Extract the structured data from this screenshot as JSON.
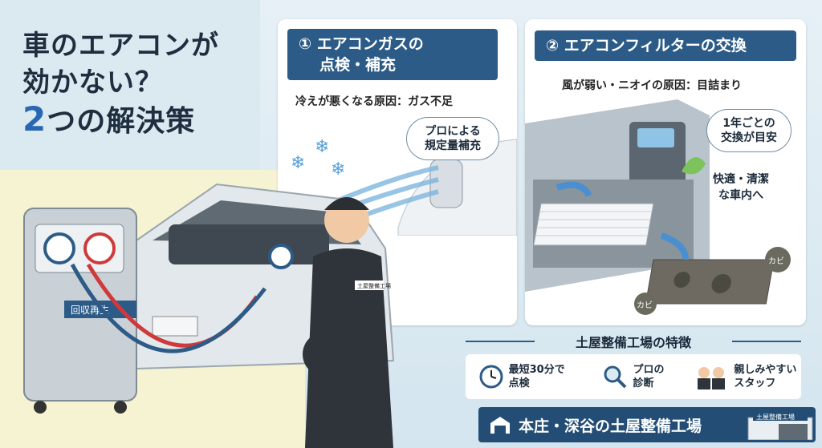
{
  "headline": {
    "line1": "車のエアコンが",
    "line2": "効かない？",
    "line3_num": "2",
    "line3_rest": "つの解決策"
  },
  "panel1": {
    "title_line1": "① エアコンガスの",
    "title_line2": "点検・補充",
    "subtitle": "冷えが悪くなる原因：ガス不足",
    "bubble_line1": "プロによる",
    "bubble_line2": "規定量補充"
  },
  "panel2": {
    "title": "② エアコンフィルターの交換",
    "subtitle": "風が弱い・ニオイの原因：目詰まり",
    "bubble_line1": "1年ごとの",
    "bubble_line2": "交換が目安",
    "comfort_line1": "快適・清潔",
    "comfort_line2": "な車内へ",
    "mold_label_1": "カビ",
    "mold_label_2": "カビ"
  },
  "machine_label": "回収再生",
  "badge_label": "土屋整備工場",
  "features": {
    "title": "土屋整備工場の特徴",
    "items": [
      {
        "icon": "clock-icon",
        "line1": "最短30分で",
        "line2": "点検"
      },
      {
        "icon": "magnifier-icon",
        "line1": "プロの",
        "line2": "診断"
      },
      {
        "icon": "staff-icon",
        "line1": "親しみやすい",
        "line2": "スタッフ"
      }
    ]
  },
  "footer": {
    "text": "本庄・深谷の土屋整備工場",
    "sign": "土屋整備工場"
  },
  "colors": {
    "primary": "#2c5b87",
    "accent_blue": "#2a67b1",
    "footer": "#234d74",
    "highlight_bg": "#f6f3d2"
  }
}
